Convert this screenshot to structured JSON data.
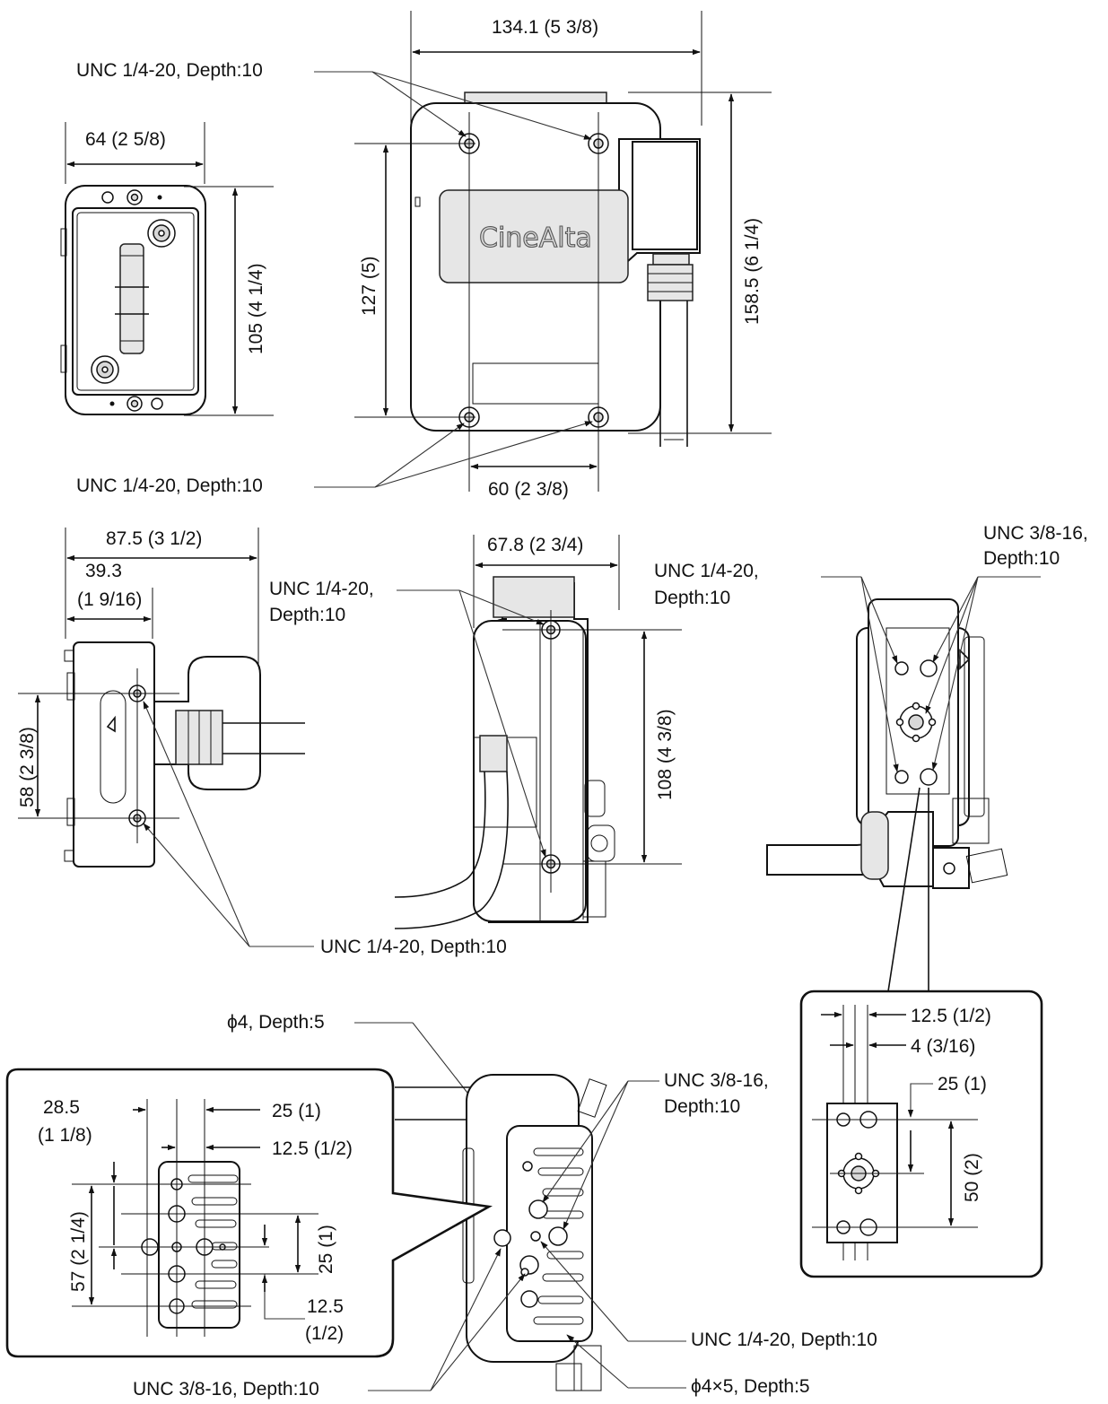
{
  "colors": {
    "line": "#111111",
    "fill": "#ffffff",
    "shade": "#e6e6e6"
  },
  "front_view": {
    "brand": "CineAlta",
    "width_dim": "134.1 (5 3/8)",
    "height_dim": "158.5 (6 1/4)",
    "hole_pitch_v": "127 (5)",
    "hole_pitch_h": "60 (2 3/8)",
    "top_holes": "UNC 1/4-20, Depth:10",
    "bottom_holes": "UNC 1/4-20, Depth:10"
  },
  "connector_view": {
    "width_dim": "64 (2 5/8)",
    "height_dim": "105 (4 1/4)"
  },
  "side_view_left": {
    "depth_dim": "87.5 (3 1/2)",
    "offset_dim_a": "39.3",
    "offset_dim_b": "(1 9/16)",
    "hole_pitch": "58 (2 3/8)",
    "holes": "UNC 1/4-20, Depth:10"
  },
  "side_view_right": {
    "depth_dim": "67.8 (2 3/4)",
    "hole_pitch": "108 (4 3/8)",
    "holes_a": "UNC 1/4-20,",
    "holes_b": "Depth:10"
  },
  "rear_view": {
    "holes_38_a": "UNC 3/8-16,",
    "holes_38_b": "Depth:10",
    "holes_14_a": "UNC 1/4-20,",
    "holes_14_b": "Depth:10"
  },
  "detail_right": {
    "dim_a": "12.5 (1/2)",
    "dim_b": "4 (3/16)",
    "dim_c": "25 (1)",
    "dim_d": "50 (2)"
  },
  "bottom_view": {
    "pin": "ϕ4, Depth:5",
    "holes_38_a": "UNC 3/8-16,",
    "holes_38_b": "Depth:10",
    "holes_14": "UNC 1/4-20, Depth:10",
    "holes_38_bottom": "UNC 3/8-16, Depth:10",
    "pins": "ϕ4×5, Depth:5"
  },
  "detail_left": {
    "dim_a1": "28.5",
    "dim_a2": "(1 1/8)",
    "dim_b": "25 (1)",
    "dim_c": "12.5 (1/2)",
    "dim_d": "57 (2 1/4)",
    "dim_e": "25 (1)",
    "dim_f1": "12.5",
    "dim_f2": "(1/2)"
  }
}
